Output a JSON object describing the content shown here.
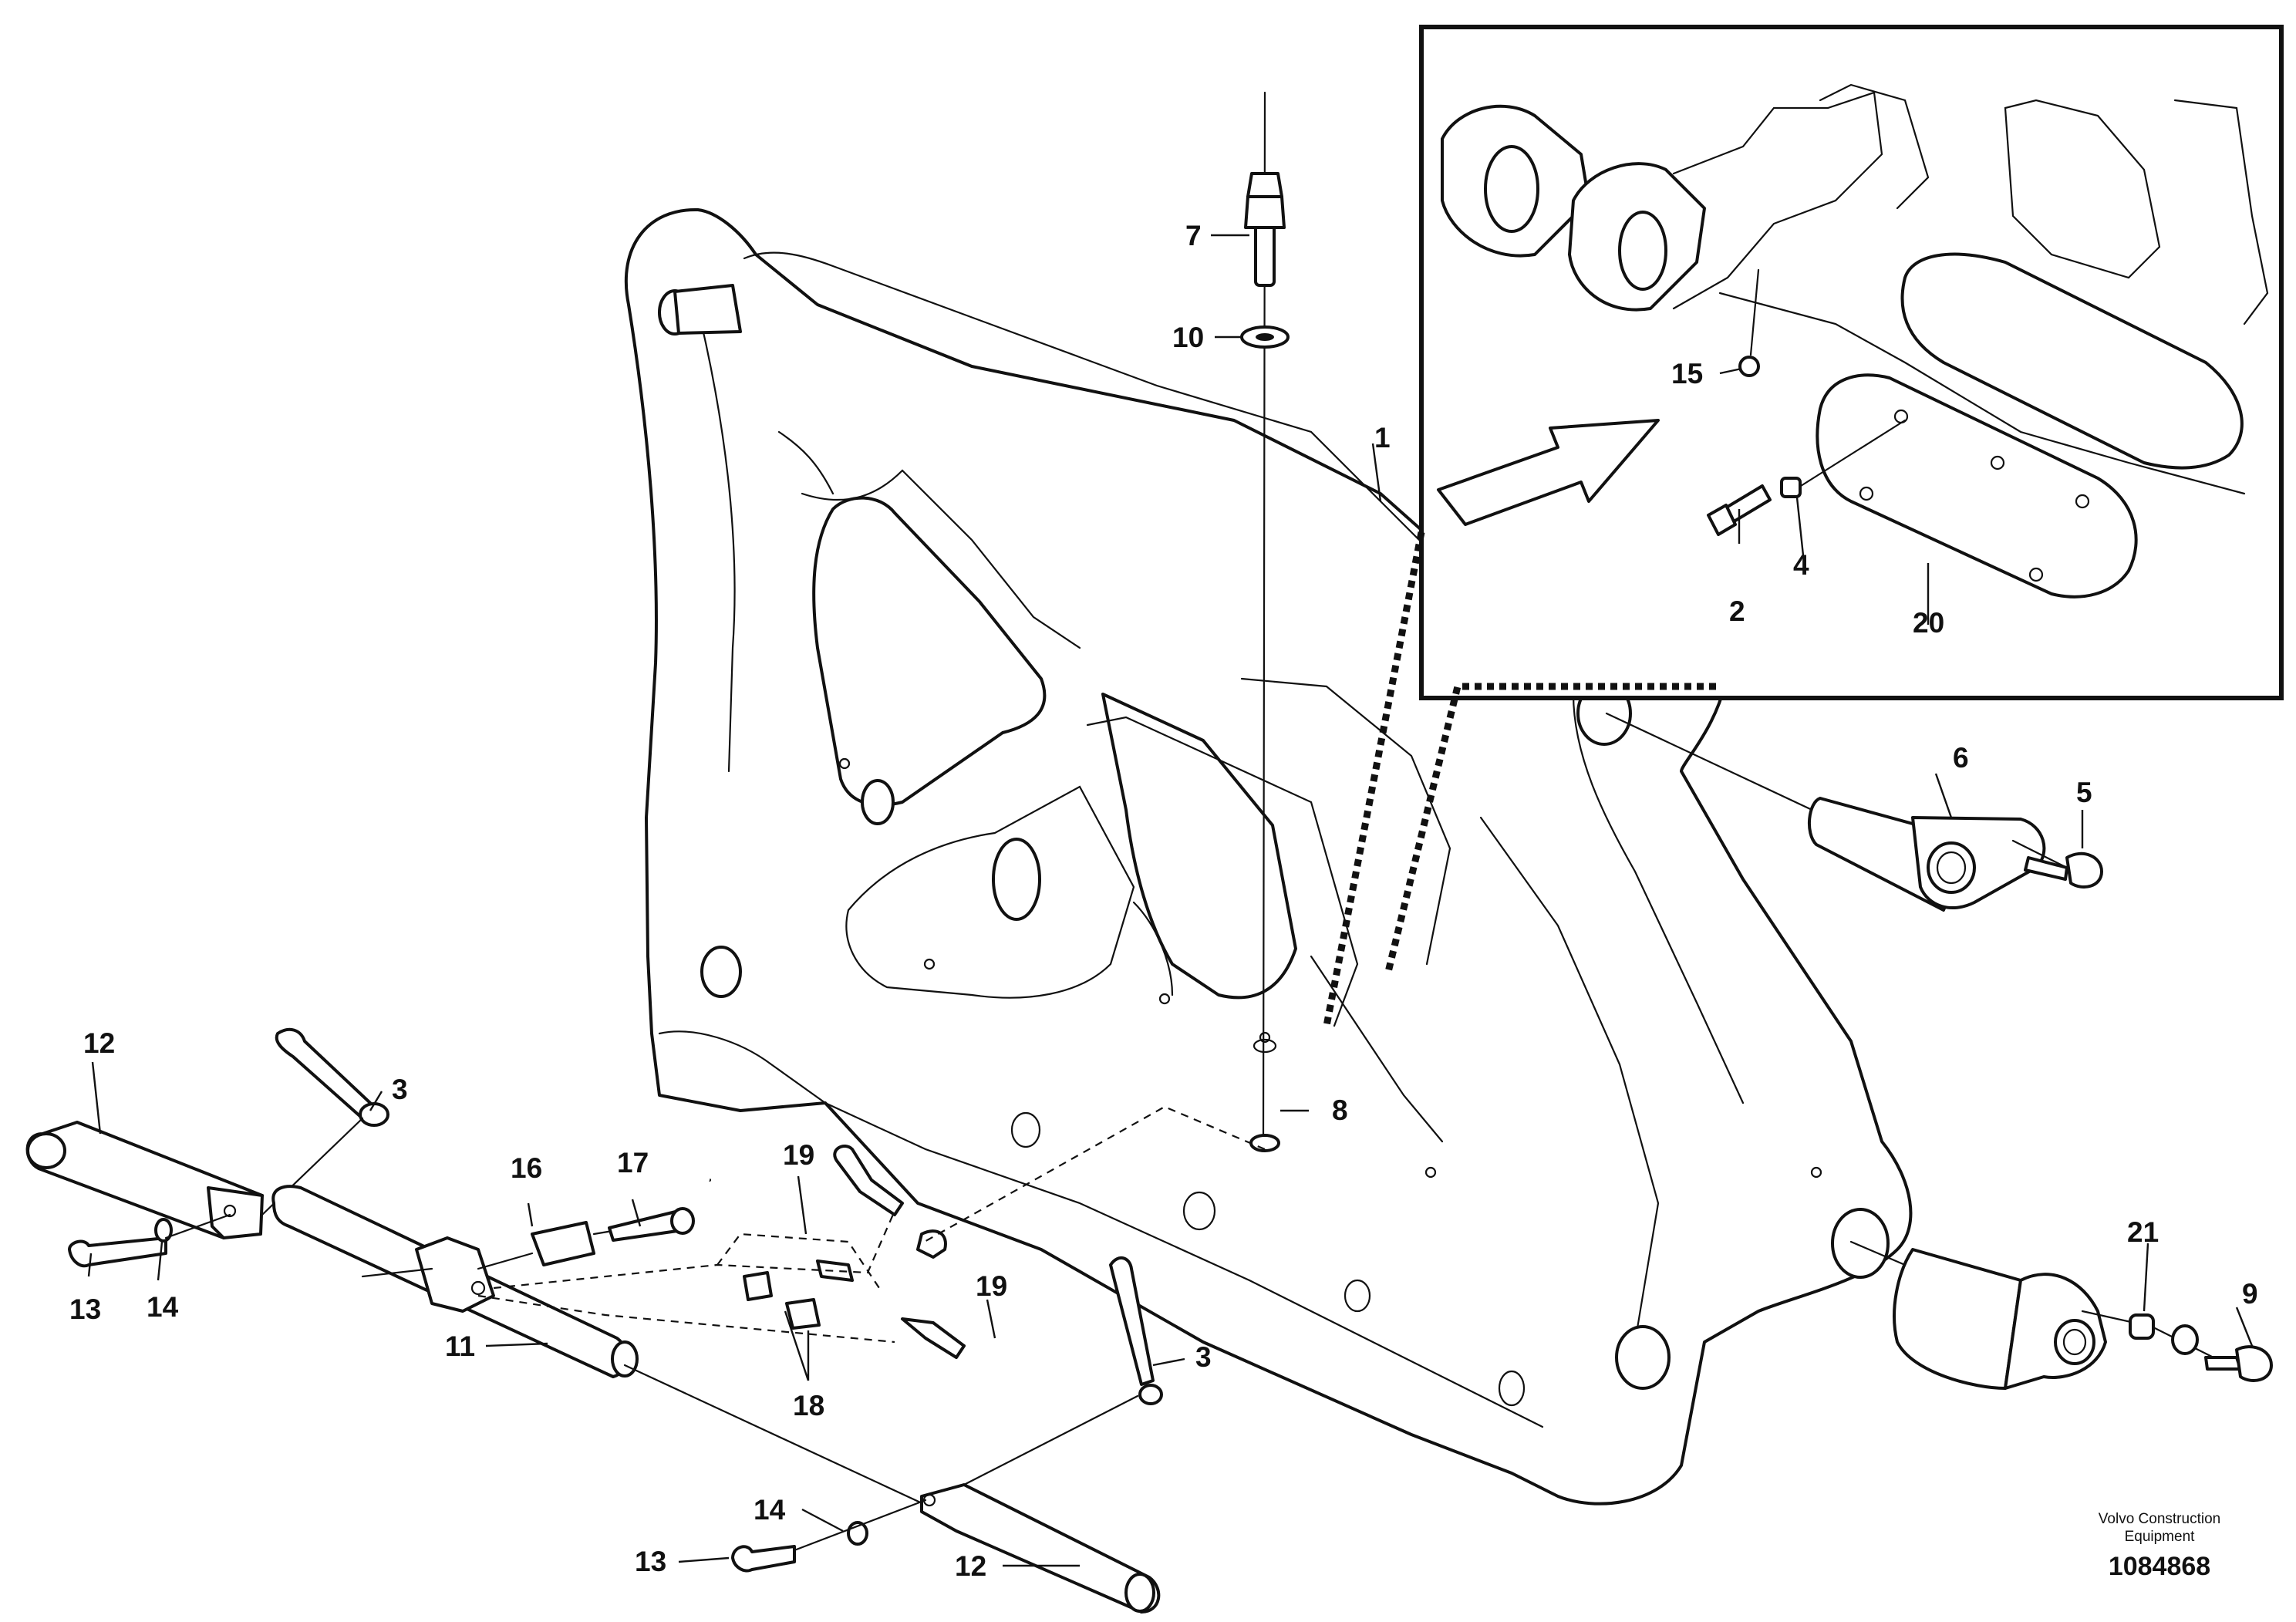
{
  "callouts": {
    "c1": "1",
    "c2": "2",
    "c3a": "3",
    "c3b": "3",
    "c4": "4",
    "c5": "5",
    "c6": "6",
    "c7": "7",
    "c8": "8",
    "c9": "9",
    "c10": "10",
    "c11": "11",
    "c12a": "12",
    "c12b": "12",
    "c13a": "13",
    "c13b": "13",
    "c14a": "14",
    "c14b": "14",
    "c15": "15",
    "c16": "16",
    "c17": "17",
    "c18": "18",
    "c19a": "19",
    "c19b": "19",
    "c20": "20",
    "c21": "21"
  },
  "footer": {
    "brand_line1": "Volvo Construction",
    "brand_line2": "Equipment",
    "drawing_number": "1084868"
  },
  "colors": {
    "ink": "#111111",
    "paper": "#ffffff"
  }
}
